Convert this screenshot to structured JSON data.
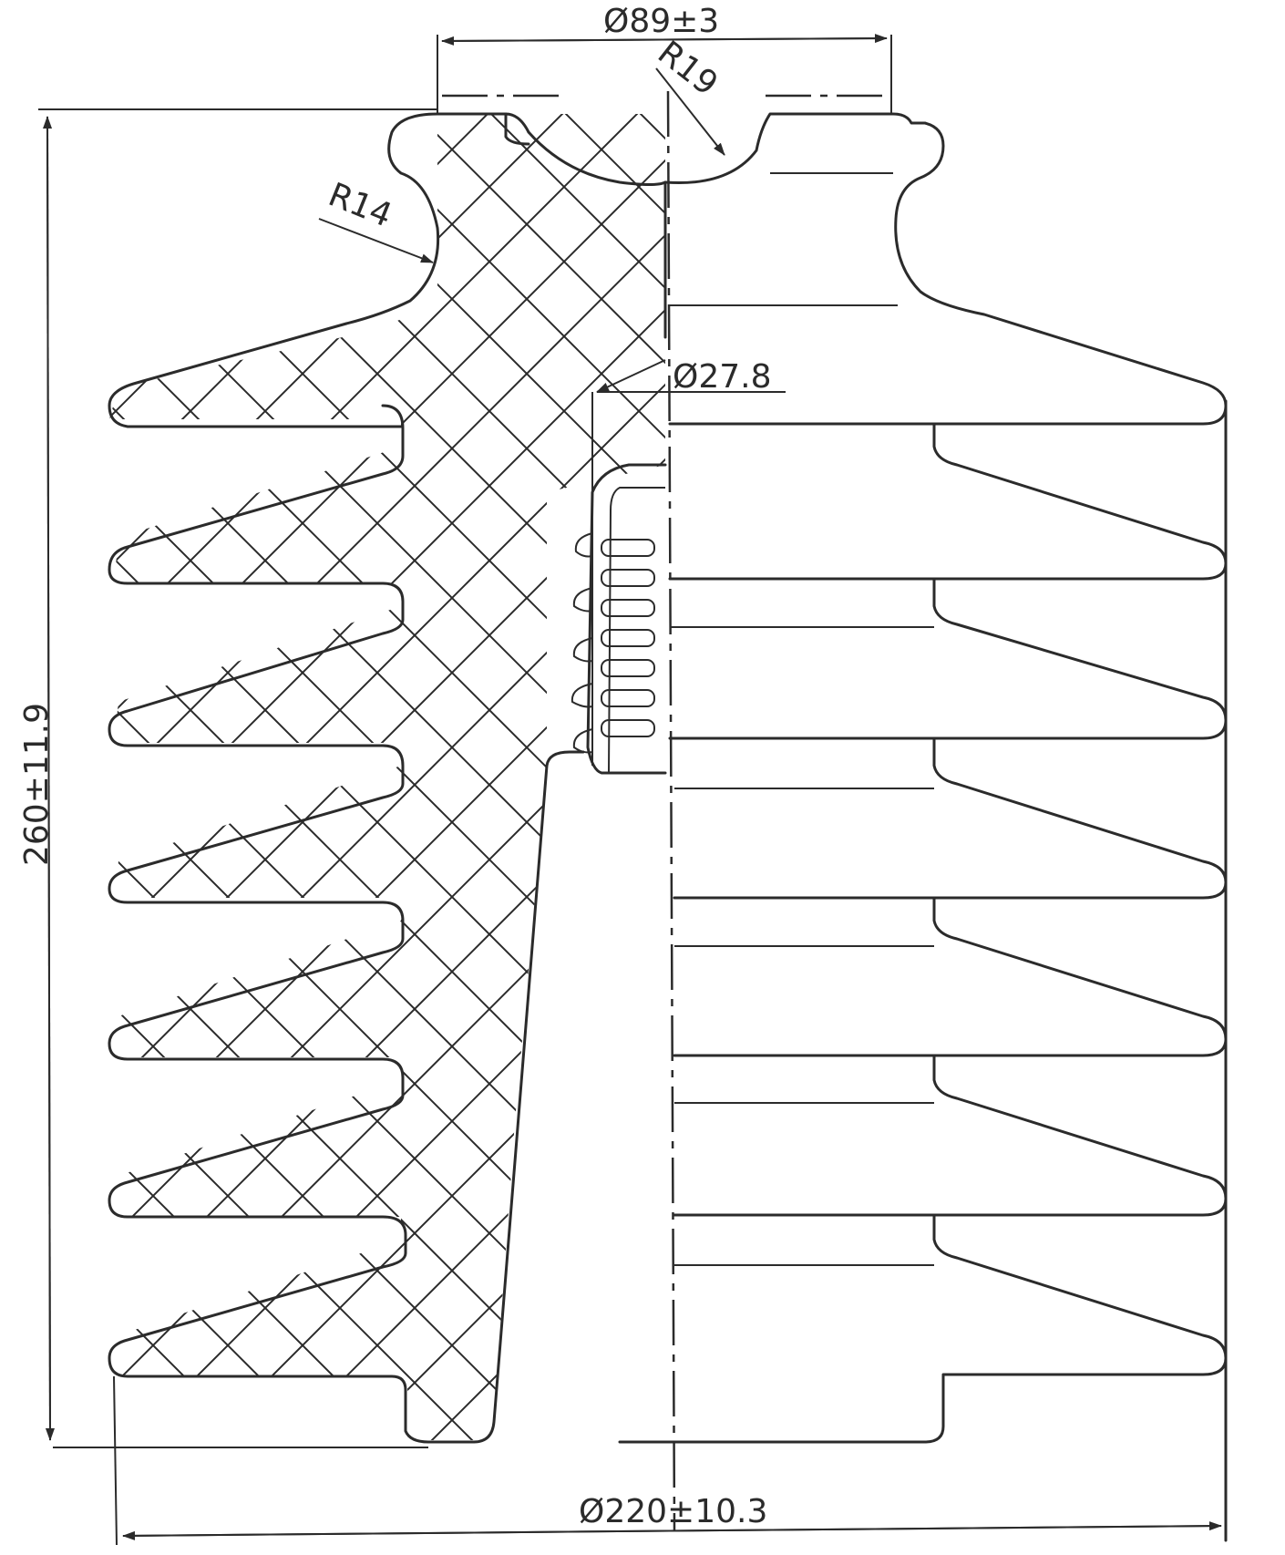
{
  "drawing": {
    "dimensions": {
      "top_diameter": "Ø89±3",
      "groove_radius": "R19",
      "neck_radius": "R14",
      "bore_diameter": "Ø27.8",
      "height": "260±11.9",
      "shed_diameter": "Ø220±10.3"
    }
  }
}
